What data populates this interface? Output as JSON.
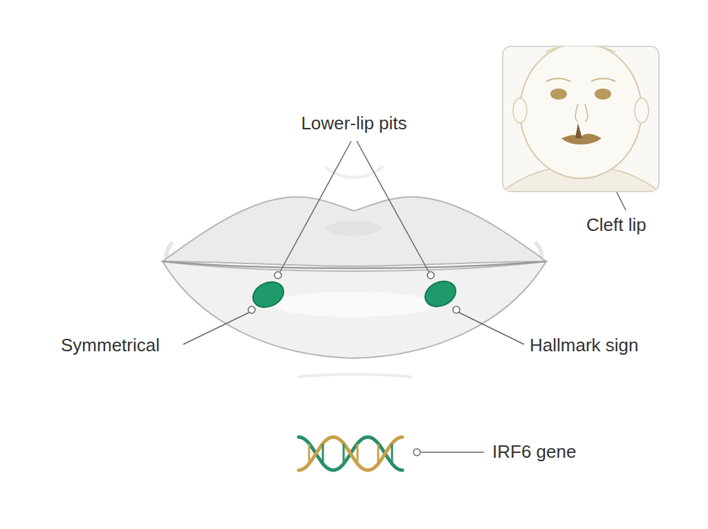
{
  "diagram": {
    "labels": [
      "Lower-lip pits",
      "Symmetrical",
      "Hallmark sign",
      "Cleft lip",
      "IRF6 gene"
    ]
  }
}
